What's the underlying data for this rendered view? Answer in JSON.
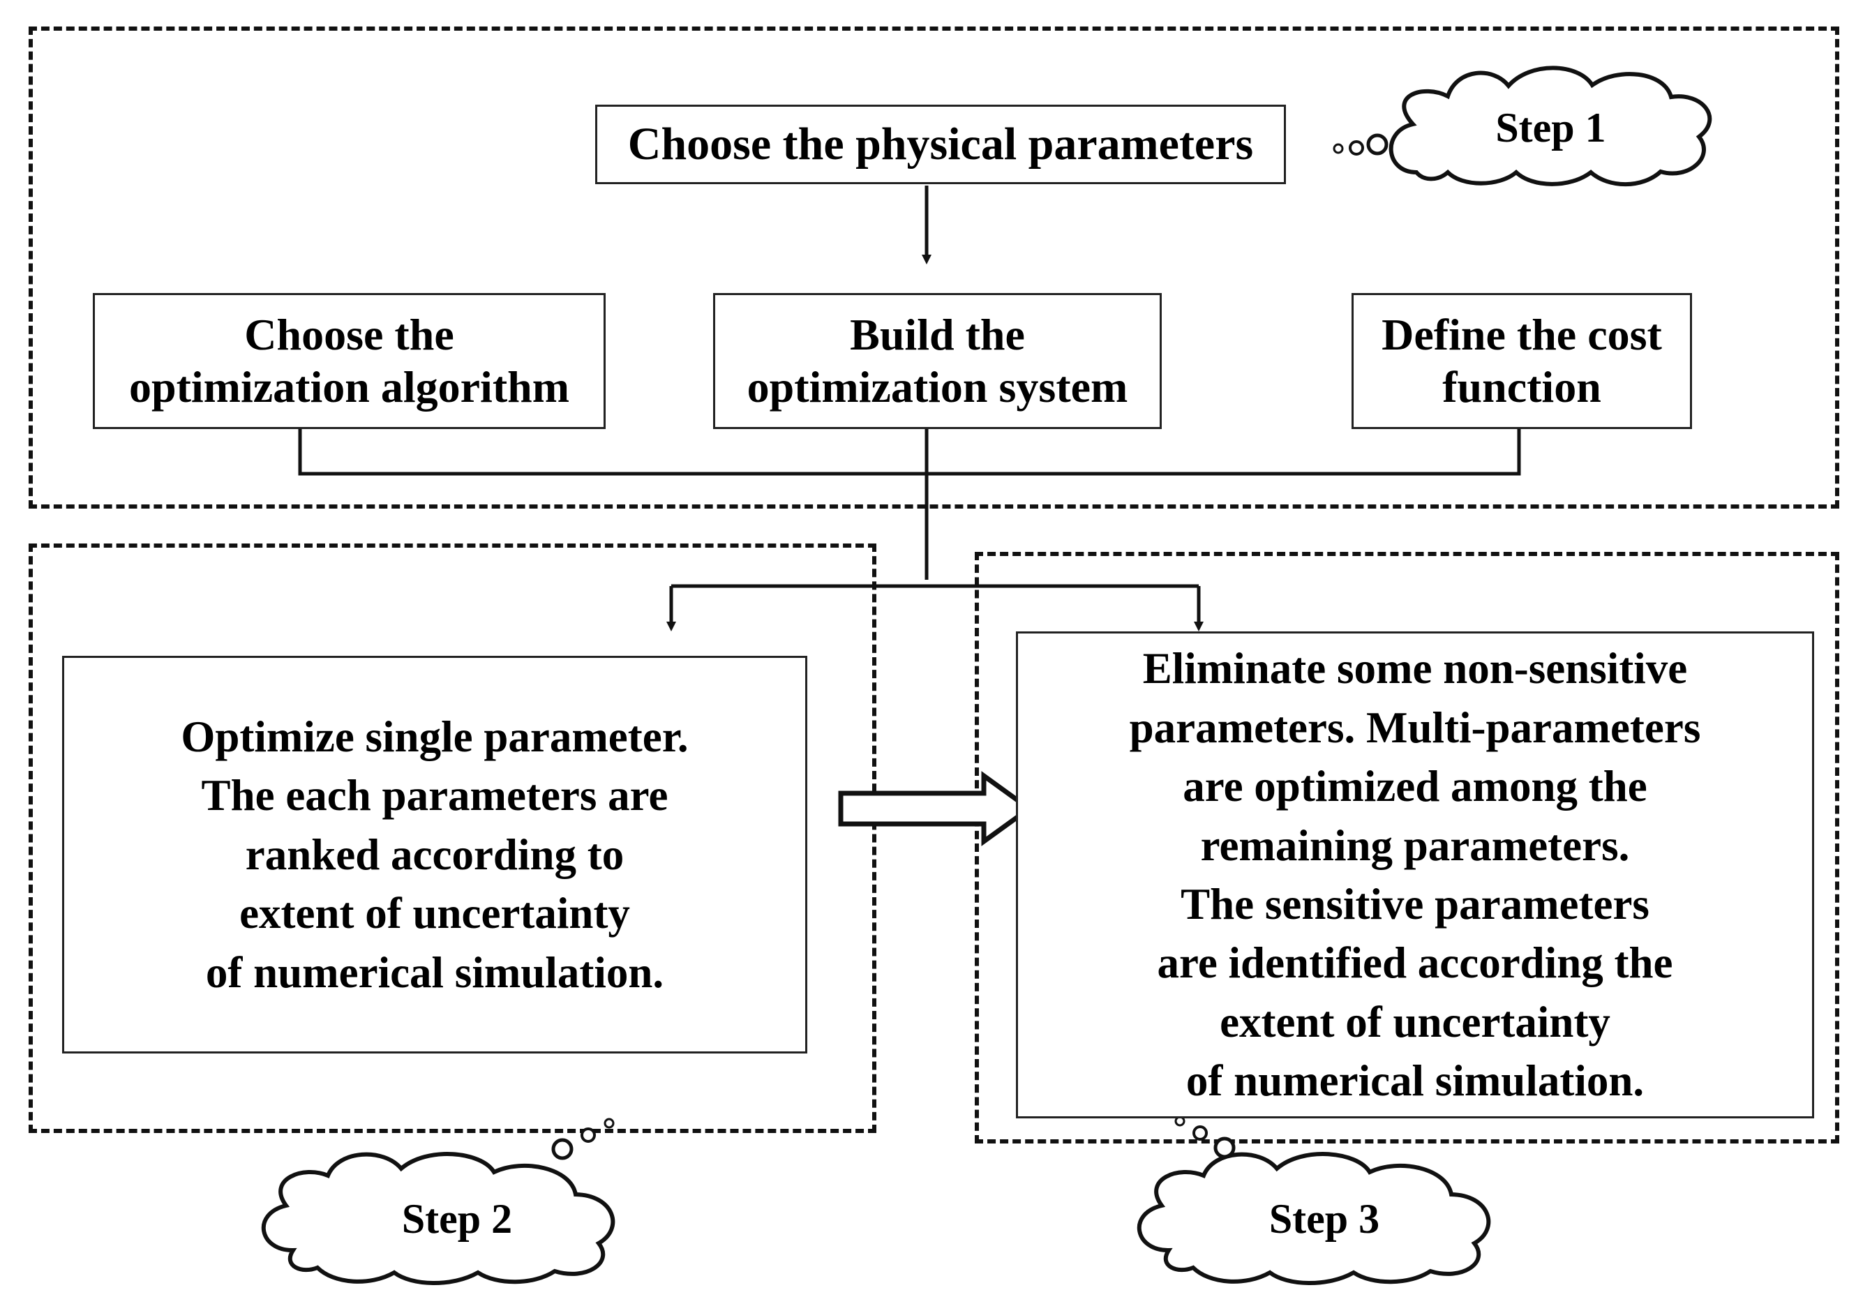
{
  "diagram": {
    "top_box": "Choose the physical parameters",
    "stage_boxes": {
      "algorithm": [
        "Choose the",
        "optimization algorithm"
      ],
      "system": [
        "Build the",
        "optimization system"
      ],
      "cost": [
        "Define the cost",
        "function"
      ]
    },
    "step2_box": [
      "Optimize single parameter.",
      "The each parameters are",
      "ranked according to",
      "extent of uncertainty",
      "of numerical simulation."
    ],
    "step3_box": [
      "Eliminate some non-sensitive",
      "parameters. Multi-parameters",
      "are optimized among the",
      "remaining parameters.",
      "The sensitive parameters",
      "are identified according the",
      "extent of uncertainty",
      "of numerical simulation."
    ],
    "step_labels": {
      "step1": "Step 1",
      "step2": "Step 2",
      "step3": "Step 3"
    }
  },
  "colors": {
    "line": "#111111",
    "box_border": "#222222",
    "background": "#ffffff"
  },
  "icons": [
    "thought-cloud-icon",
    "down-arrow-icon",
    "right-hollow-arrow-icon"
  ]
}
